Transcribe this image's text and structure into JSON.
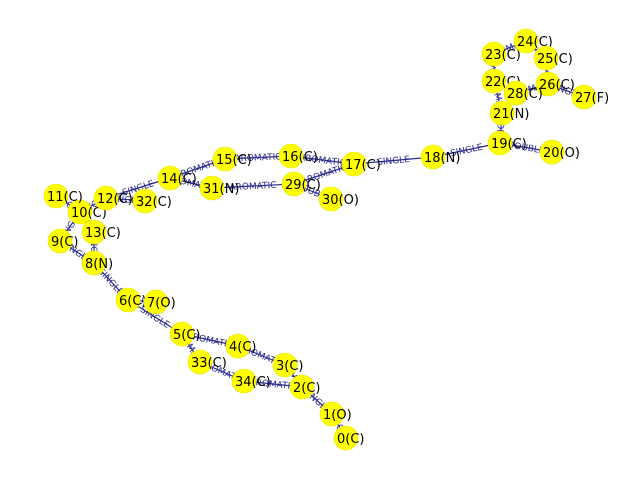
{
  "graph": {
    "nodes": [
      {
        "id": 0,
        "label": "0(C)"
      },
      {
        "id": 1,
        "label": "1(O)"
      },
      {
        "id": 2,
        "label": "2(C)"
      },
      {
        "id": 3,
        "label": "3(C)"
      },
      {
        "id": 4,
        "label": "4(C)"
      },
      {
        "id": 5,
        "label": "5(C)"
      },
      {
        "id": 6,
        "label": "6(C)"
      },
      {
        "id": 7,
        "label": "7(O)"
      },
      {
        "id": 8,
        "label": "8(N)"
      },
      {
        "id": 9,
        "label": "9(C)"
      },
      {
        "id": 10,
        "label": "10(C)"
      },
      {
        "id": 11,
        "label": "11(C)"
      },
      {
        "id": 12,
        "label": "12(C)"
      },
      {
        "id": 13,
        "label": "13(C)"
      },
      {
        "id": 14,
        "label": "14(C)"
      },
      {
        "id": 15,
        "label": "15(C)"
      },
      {
        "id": 16,
        "label": "16(C)"
      },
      {
        "id": 17,
        "label": "17(C)"
      },
      {
        "id": 18,
        "label": "18(N)"
      },
      {
        "id": 19,
        "label": "19(C)"
      },
      {
        "id": 20,
        "label": "20(O)"
      },
      {
        "id": 21,
        "label": "21(N)"
      },
      {
        "id": 22,
        "label": "22(C)"
      },
      {
        "id": 23,
        "label": "23(C)"
      },
      {
        "id": 24,
        "label": "24(C)"
      },
      {
        "id": 25,
        "label": "25(C)"
      },
      {
        "id": 26,
        "label": "26(C)"
      },
      {
        "id": 27,
        "label": "27(F)"
      },
      {
        "id": 28,
        "label": "28(C)"
      },
      {
        "id": 29,
        "label": "29(C)"
      },
      {
        "id": 30,
        "label": "30(O)"
      },
      {
        "id": 31,
        "label": "31(N)"
      },
      {
        "id": 32,
        "label": "32(C)"
      },
      {
        "id": 33,
        "label": "33(C)"
      },
      {
        "id": 34,
        "label": "34(C)"
      }
    ],
    "edges": [
      {
        "from": 0,
        "to": 1,
        "label": "SINGLE"
      },
      {
        "from": 1,
        "to": 2,
        "label": "SINGLE"
      },
      {
        "from": 2,
        "to": 3,
        "label": "AROMATIC"
      },
      {
        "from": 3,
        "to": 4,
        "label": "AROMATIC"
      },
      {
        "from": 4,
        "to": 5,
        "label": "AROMATIC"
      },
      {
        "from": 5,
        "to": 6,
        "label": "SINGLE"
      },
      {
        "from": 6,
        "to": 7,
        "label": "DOUBLE"
      },
      {
        "from": 6,
        "to": 8,
        "label": "SINGLE"
      },
      {
        "from": 8,
        "to": 9,
        "label": "SINGLE"
      },
      {
        "from": 9,
        "to": 10,
        "label": "SINGLE"
      },
      {
        "from": 10,
        "to": 11,
        "label": "SINGLE"
      },
      {
        "from": 10,
        "to": 12,
        "label": "SINGLE"
      },
      {
        "from": 10,
        "to": 13,
        "label": "SINGLE"
      },
      {
        "from": 12,
        "to": 14,
        "label": "SINGLE"
      },
      {
        "from": 12,
        "to": 32,
        "label": "SINGLE"
      },
      {
        "from": 14,
        "to": 15,
        "label": "AROMATIC"
      },
      {
        "from": 15,
        "to": 16,
        "label": "AROMATIC"
      },
      {
        "from": 16,
        "to": 17,
        "label": "AROMATIC"
      },
      {
        "from": 17,
        "to": 18,
        "label": "SINGLE"
      },
      {
        "from": 17,
        "to": 29,
        "label": "AROMATIC"
      },
      {
        "from": 18,
        "to": 19,
        "label": "SINGLE"
      },
      {
        "from": 19,
        "to": 20,
        "label": "DOUBLE"
      },
      {
        "from": 19,
        "to": 21,
        "label": "SINGLE"
      },
      {
        "from": 21,
        "to": 22,
        "label": "AROMATIC"
      },
      {
        "from": 21,
        "to": 28,
        "label": "AROMATIC"
      },
      {
        "from": 22,
        "to": 23,
        "label": "AROMATIC"
      },
      {
        "from": 23,
        "to": 24,
        "label": "AROMATIC"
      },
      {
        "from": 24,
        "to": 25,
        "label": "AROMATIC"
      },
      {
        "from": 25,
        "to": 26,
        "label": "AROMATIC"
      },
      {
        "from": 26,
        "to": 27,
        "label": "SINGLE"
      },
      {
        "from": 26,
        "to": 28,
        "label": "AROMATIC"
      },
      {
        "from": 29,
        "to": 30,
        "label": "DOUBLE"
      },
      {
        "from": 29,
        "to": 31,
        "label": "AROMATIC"
      },
      {
        "from": 31,
        "to": 14,
        "label": "AROMATIC"
      },
      {
        "from": 13,
        "to": 8,
        "label": "SINGLE"
      },
      {
        "from": 5,
        "to": 33,
        "label": "AROMATIC"
      },
      {
        "from": 33,
        "to": 34,
        "label": "AROMATIC"
      },
      {
        "from": 34,
        "to": 2,
        "label": "AROMATIC"
      }
    ]
  }
}
